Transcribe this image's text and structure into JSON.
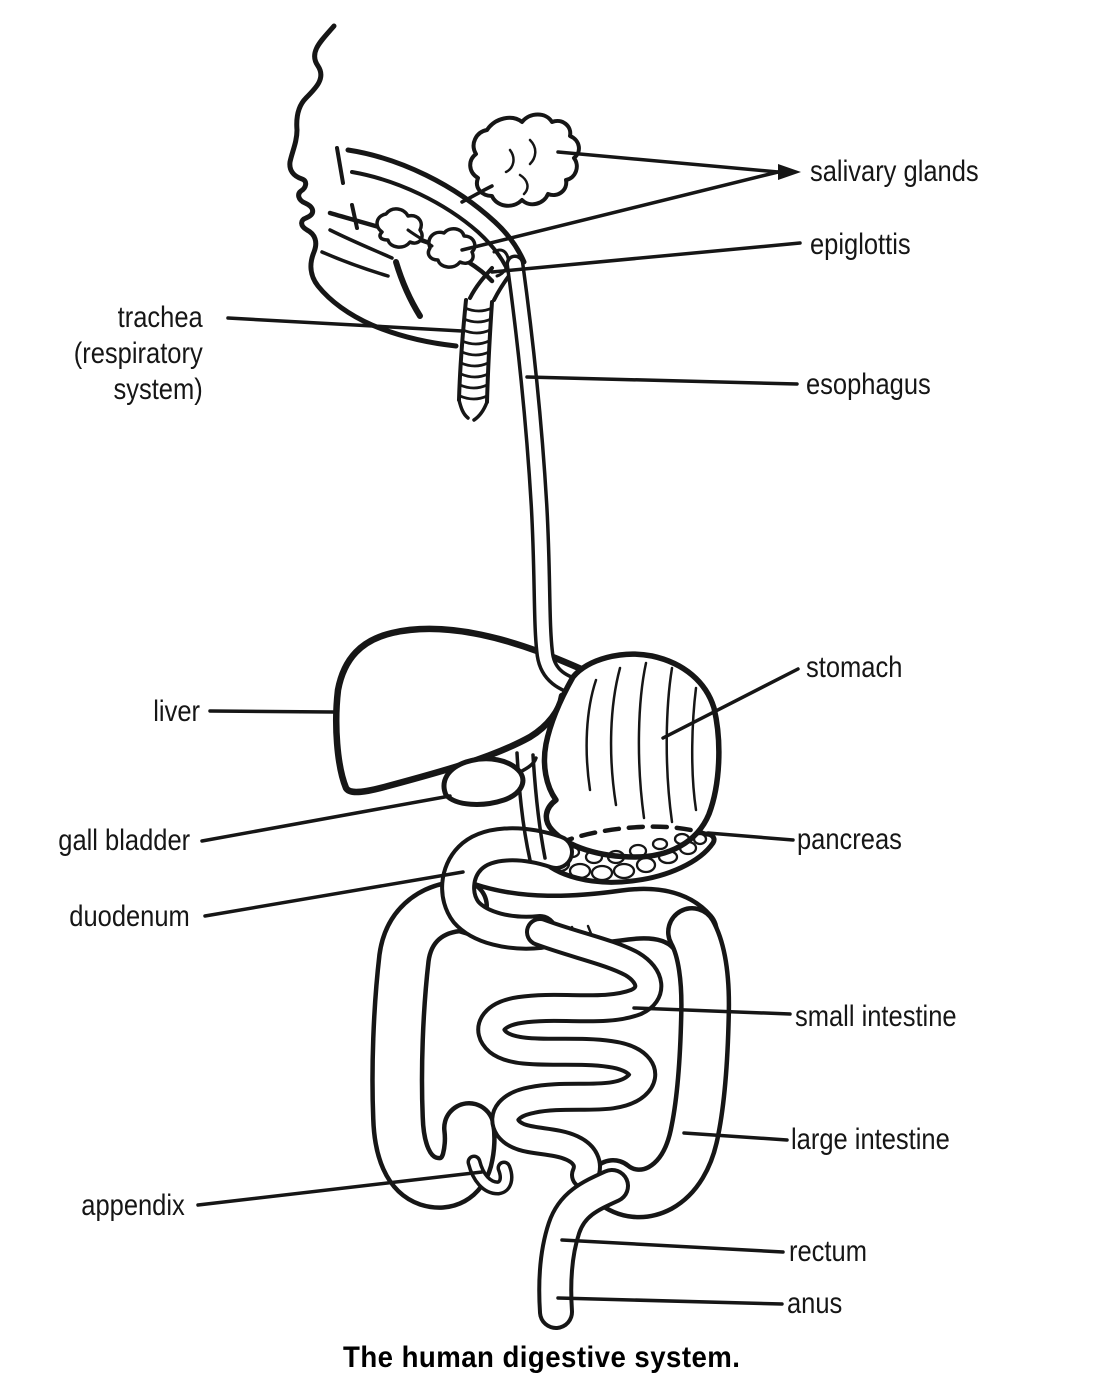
{
  "figure": {
    "caption": "The human digestive system."
  },
  "labels": {
    "salivary_glands": "salivary glands",
    "epiglottis": "epiglottis",
    "trachea_line1": "trachea",
    "trachea_line2": "(respiratory",
    "trachea_line3": "system)",
    "esophagus": "esophagus",
    "liver": "liver",
    "stomach": "stomach",
    "gall_bladder": "gall bladder",
    "pancreas": "pancreas",
    "duodenum": "duodenum",
    "small_intestine": "small intestine",
    "large_intestine": "large intestine",
    "appendix": "appendix",
    "rectum": "rectum",
    "anus": "anus"
  },
  "colors": {
    "ink": "#161616",
    "paper": "#ffffff"
  }
}
